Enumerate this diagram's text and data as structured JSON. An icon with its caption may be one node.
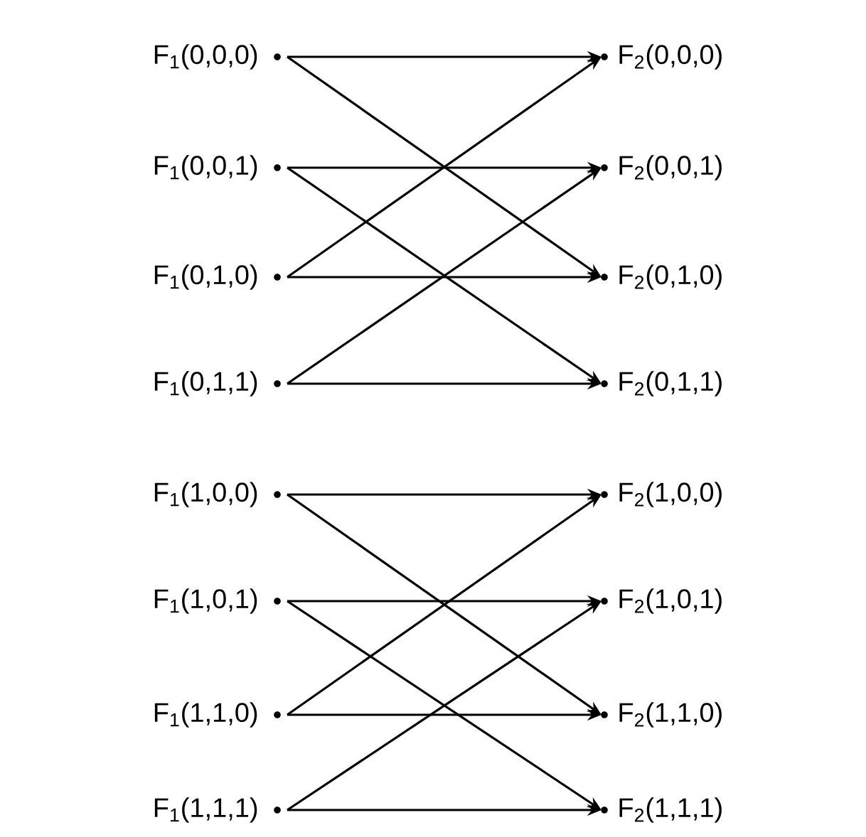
{
  "diagram": {
    "nodes": [
      {
        "text": [
          "F$_{1}$(0,0,0)"
        ]
      },
      {
        "text": [
          "F$_{1}$(0,0,1)"
        ]
      },
      {
        "text": [
          "F$_{1}$(0,1,0)"
        ]
      },
      {
        "text": [
          "F$_{1}$(0,1,1)"
        ]
      },
      {
        "text": [
          "F$_{1}$(1,0,0)"
        ]
      },
      {
        "text": [
          "F$_{1}$(1,0,1)"
        ]
      },
      {
        "text": [
          "F$_{1}$(1,1,0)"
        ]
      },
      {
        "text": [
          "F$_{1}$(1,1,1)"
        ]
      },
      {
        "text": [
          "F$_{2}$(0,0,0)"
        ]
      },
      {
        "text": [
          "F$_{2}$(0,0,1)"
        ]
      },
      {
        "text": [
          "F$_{2}$(0,1,0)"
        ]
      },
      {
        "text": [
          "F$_{2}$(0,1,1)"
        ]
      },
      {
        "text": [
          "F$_{2}$(1,0,0)"
        ]
      },
      {
        "text": [
          "F$_{2}$(1,0,1)"
        ]
      },
      {
        "text": [
          "F$_{2}$(1,1,0)"
        ]
      },
      {
        "text": [
          "F$_{2}$(1,1,1)"
        ]
      }
    ],
    "edges": [
      {
        "from": 0,
        "to": 8,
        "arrow": "to"
      },
      {
        "from": 0,
        "to": 10,
        "arrow": "to"
      },
      {
        "from": 1,
        "to": 9,
        "arrow": "to"
      },
      {
        "from": 1,
        "to": 11,
        "arrow": "to"
      },
      {
        "from": 2,
        "to": 10,
        "arrow": "to"
      },
      {
        "from": 2,
        "to": 8,
        "arrow": "to"
      },
      {
        "from": 3,
        "to": 11,
        "arrow": "to"
      },
      {
        "from": 3,
        "to": 9,
        "arrow": "to"
      },
      {
        "from": 4,
        "to": 12,
        "arrow": "to"
      },
      {
        "from": 4,
        "to": 14,
        "arrow": "to"
      },
      {
        "from": 5,
        "to": 13,
        "arrow": "to"
      },
      {
        "from": 5,
        "to": 15,
        "arrow": "to"
      },
      {
        "from": 6,
        "to": 14,
        "arrow": "to"
      },
      {
        "from": 6,
        "to": 12,
        "arrow": "to"
      },
      {
        "from": 7,
        "to": 15,
        "arrow": "to"
      },
      {
        "from": 7,
        "to": 13,
        "arrow": "to"
      }
    ]
  }
}
